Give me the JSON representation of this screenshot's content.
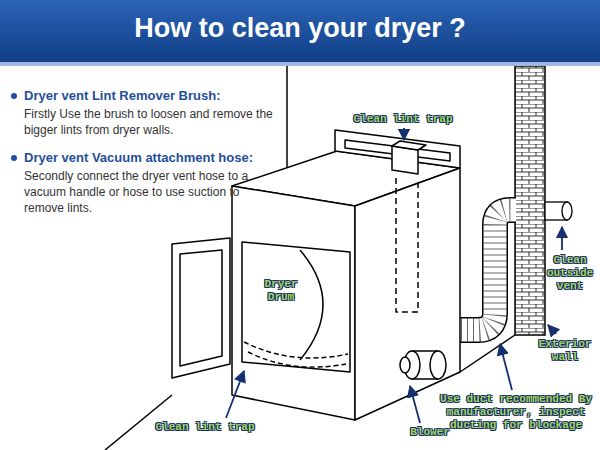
{
  "diagram": {
    "title": "How to clean your dryer ?",
    "labels": [
      "Dryer vent Lint Remover Brush:",
      "Firstly Use the brush to loosen and remove the bigger lints from dryer walls.",
      "Dryer vent Vacuum attachment hose:",
      "Secondly connect the dryer vent hose to a vacuum handle or hose to use suction to remove lints.",
      "Clean lint trap",
      "Dryer Drum",
      "Clean outside vent",
      "Exterior wall",
      "Use duct recommended By manufacturer, inspect ducting for blockage",
      "Blower",
      "Clean lint trap"
    ]
  }
}
